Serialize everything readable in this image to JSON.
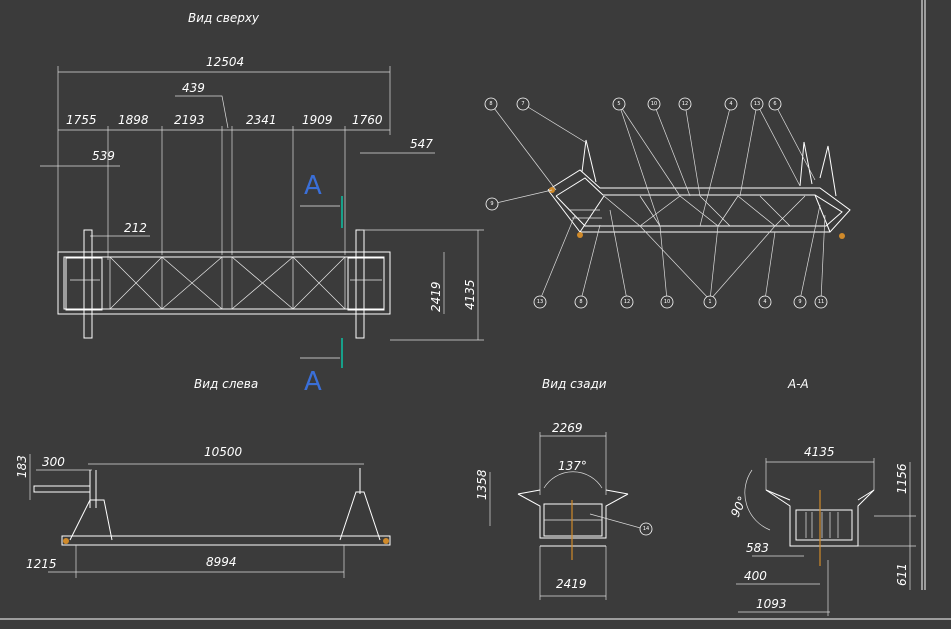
{
  "views": {
    "top": {
      "title": "Вид сверху"
    },
    "left": {
      "title": "Вид слева"
    },
    "rear": {
      "title": "Вид сзади"
    },
    "section": {
      "title": "А-А"
    }
  },
  "section_marker": "А",
  "dims": {
    "top": {
      "overall": "12504",
      "d439": "439",
      "segs": [
        "1755",
        "1898",
        "2193",
        "2341",
        "1909",
        "1760"
      ],
      "d539": "539",
      "d547": "547",
      "d212": "212",
      "d2419": "2419",
      "d4135": "4135"
    },
    "left": {
      "d183": "183",
      "d300": "300",
      "d10500": "10500",
      "d1215": "1215",
      "d8994": "8994"
    },
    "rear": {
      "d2269": "2269",
      "d1358": "1358",
      "angle": "137°",
      "d2419": "2419"
    },
    "section": {
      "d4135": "4135",
      "d1156": "1156",
      "angle": "90°",
      "d583": "583",
      "d400": "400",
      "d1093": "1093",
      "d611": "611"
    }
  },
  "balloons": {
    "iso_top": [
      "8",
      "7",
      "5",
      "10",
      "12",
      "4",
      "13",
      "6"
    ],
    "iso_left": [
      "9"
    ],
    "iso_bottom": [
      "13",
      "8",
      "12",
      "10",
      "1",
      "4",
      "9",
      "11"
    ],
    "rear": "14"
  }
}
